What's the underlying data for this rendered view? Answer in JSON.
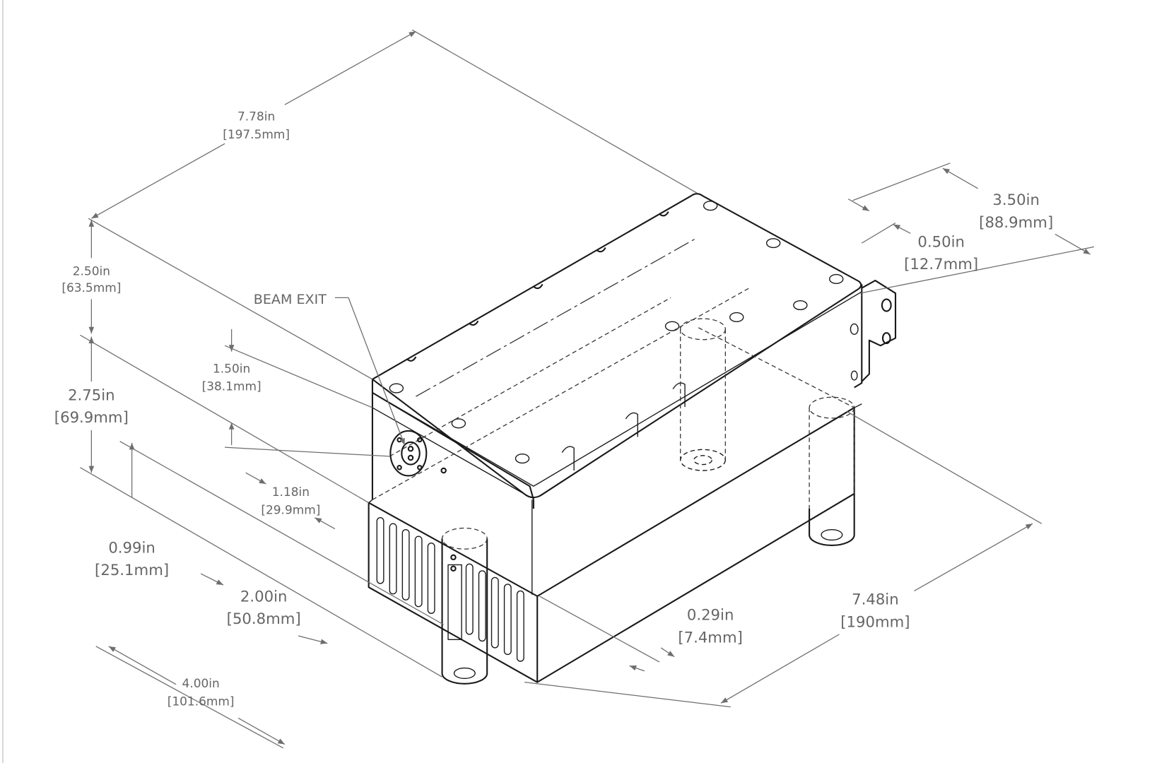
{
  "drawing": {
    "callout": "BEAM EXIT",
    "dimensions": {
      "overall_length": {
        "in": "7.78in",
        "mm": "[197.5mm]"
      },
      "top_height": {
        "in": "2.50in",
        "mm": "[63.5mm]"
      },
      "body_height": {
        "in": "2.75in",
        "mm": "[69.9mm]"
      },
      "beam_height": {
        "in": "1.50in",
        "mm": "[38.1mm]"
      },
      "beam_offset": {
        "in": "1.18in",
        "mm": "[29.9mm]"
      },
      "leg_height": {
        "in": "0.99in",
        "mm": "[25.1mm]"
      },
      "leg_spacing_front": {
        "in": "2.00in",
        "mm": "[50.8mm]"
      },
      "base_width": {
        "in": "4.00in",
        "mm": "[101.6mm]"
      },
      "leg_inset": {
        "in": "0.29in",
        "mm": "[7.4mm]"
      },
      "base_length": {
        "in": "7.48in",
        "mm": "[190mm]"
      },
      "width": {
        "in": "3.50in",
        "mm": "[88.9mm]"
      },
      "connector": {
        "in": "0.50in",
        "mm": "[12.7mm]"
      }
    }
  }
}
